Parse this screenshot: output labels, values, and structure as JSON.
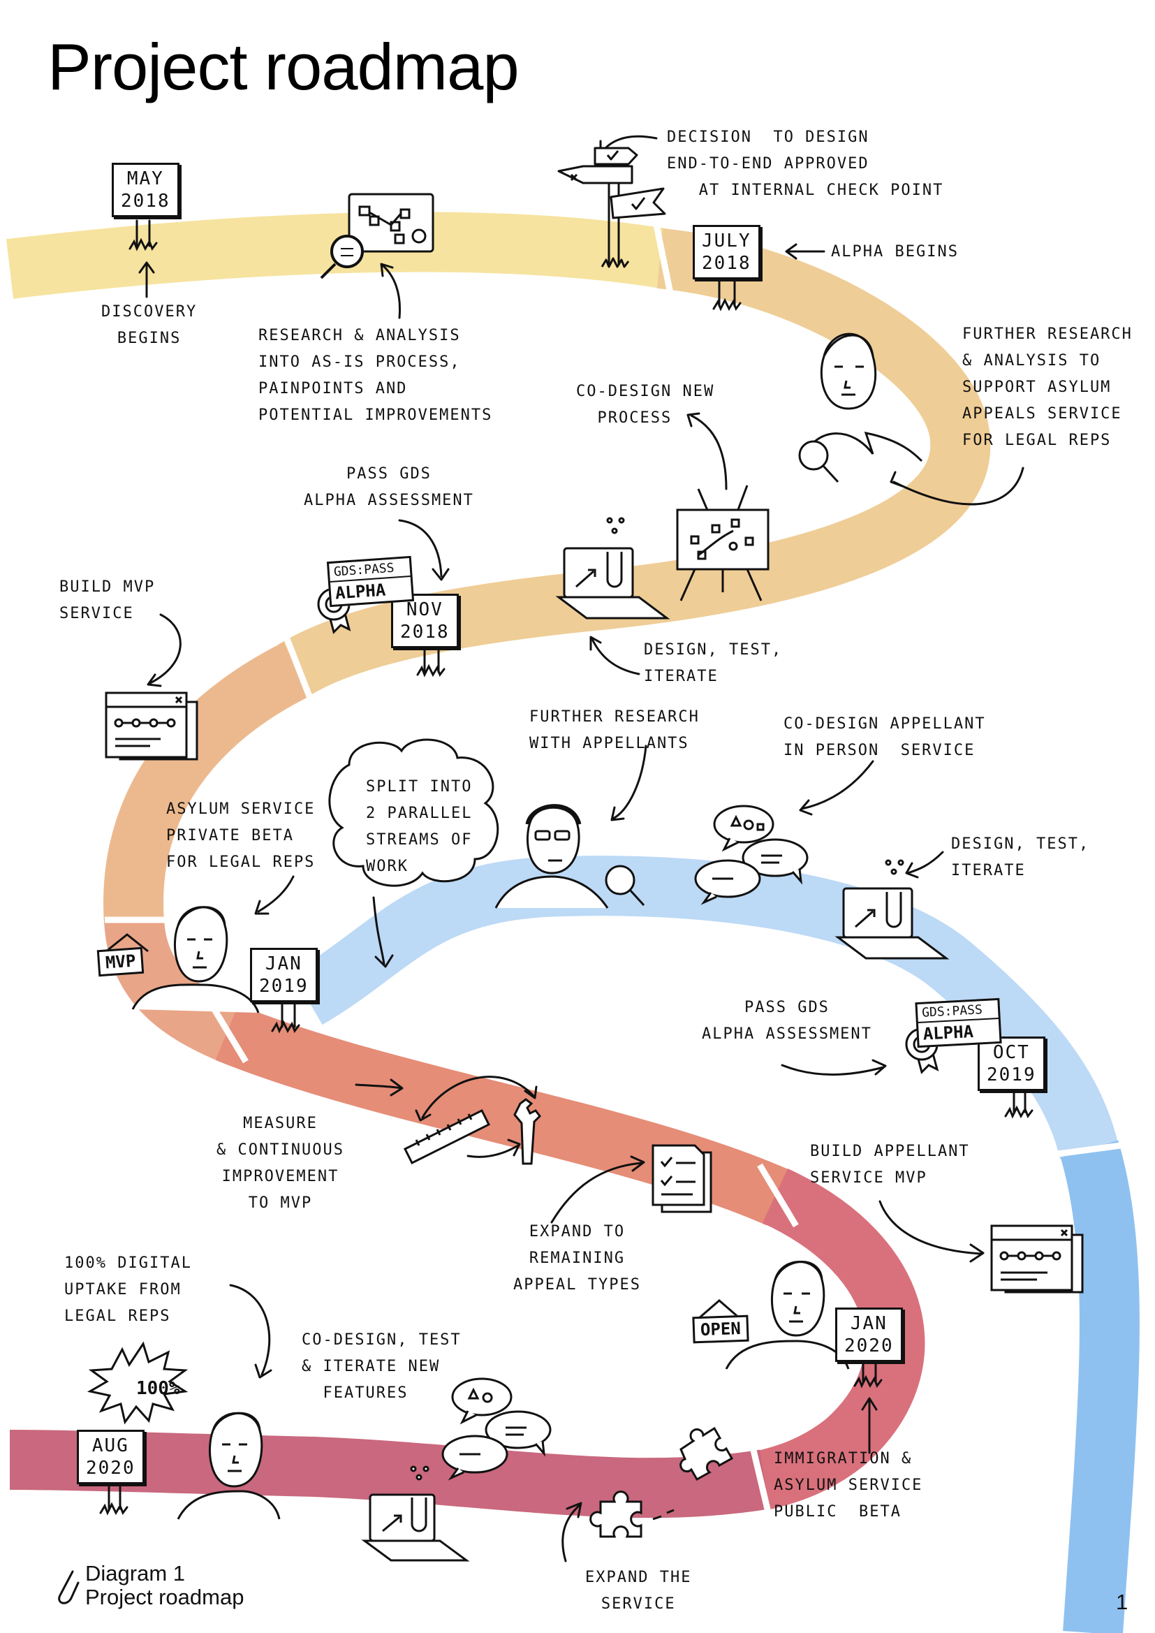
{
  "title": "Project roadmap",
  "colors": {
    "stage_discovery": "#f6e39f",
    "stage_alpha": "#efcd96",
    "stage_alpha_late": "#ecb98e",
    "stage_beta": "#e9a587",
    "stage_live": "#e58d77",
    "stage_public": "#d9717c",
    "stage_expand": "#c9687e",
    "appellant_light": "#bcd9f6",
    "appellant": "#8ec1ef"
  },
  "milestones": {
    "may2018": "MAY\n2018",
    "july2018": "JULY\n2018",
    "nov2018": "NOV\n2018",
    "jan2019": "JAN\n2019",
    "oct2019": "OCT\n2019",
    "jan2020": "JAN\n2020",
    "aug2020": "AUG\n2020"
  },
  "badges": {
    "gds_pass_1": "GDS:PASS",
    "alpha_1": "ALPHA",
    "gds_pass_2": "GDS:PASS",
    "alpha_2": "ALPHA",
    "mvp_tag": "MVP",
    "open_tag": "OPEN",
    "hundred": "100%"
  },
  "notes": {
    "discovery_begins": "DISCOVERY\nBEGINS",
    "research_analysis": "RESEARCH & ANALYSIS\nINTO AS-IS PROCESS,\nPAINPOINTS AND\nPOTENTIAL IMPROVEMENTS",
    "decision": "DECISION  TO DESIGN\nEND-TO-END APPROVED\n   AT INTERNAL CHECK POINT",
    "alpha_begins": "ALPHA BEGINS",
    "further_research_legal": "FURTHER RESEARCH\n& ANALYSIS TO\nSUPPORT ASYLUM\nAPPEALS SERVICE\nFOR LEGAL REPS",
    "codesign_new_process": "CO-DESIGN NEW\n  PROCESS",
    "pass_gds_alpha_1": "PASS GDS\nALPHA ASSESSMENT",
    "design_test_iterate_1": "DESIGN, TEST,\nITERATE",
    "build_mvp_service": "BUILD MVP\nSERVICE",
    "further_research_appellants": "FURTHER RESEARCH\nWITH APPELLANTS",
    "codesign_appellant": "CO-DESIGN APPELLANT\nIN PERSON  SERVICE",
    "split_streams": "SPLIT INTO\n2 PARALLEL\nSTREAMS OF\nWORK",
    "asylum_private_beta": "ASYLUM SERVICE\nPRIVATE BETA\nFOR LEGAL REPS",
    "design_test_iterate_2": "DESIGN, TEST,\nITERATE",
    "pass_gds_alpha_2": "PASS GDS\nALPHA ASSESSMENT",
    "measure_improvement": "MEASURE\n& CONTINUOUS\nIMPROVEMENT\nTO MVP",
    "build_appellant_mvp": "BUILD APPELLANT\nSERVICE MVP",
    "expand_appeal_types": "EXPAND TO\nREMAINING\nAPPEAL TYPES",
    "digital_uptake": "100% DIGITAL\nUPTAKE FROM\nLEGAL REPS",
    "codesign_features": "CO-DESIGN, TEST\n& ITERATE NEW\n  FEATURES",
    "immigration_public_beta": "IMMIGRATION &\nASYLUM SERVICE\nPUBLIC  BETA",
    "expand_service": "EXPAND THE\nSERVICE"
  },
  "footer": {
    "diagram_label": "Diagram 1",
    "diagram_name": "Project roadmap",
    "page_number": "1"
  }
}
